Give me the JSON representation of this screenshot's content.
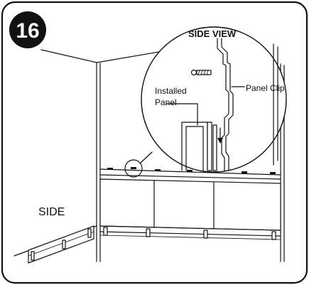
{
  "step": {
    "number": "16"
  },
  "labels": {
    "side": "SIDE",
    "side_view": "SIDE VIEW",
    "installed_panel_line1": "Installed",
    "installed_panel_line2": "Panel",
    "panel_clip": "Panel Clip"
  },
  "colors": {
    "ink": "#111111",
    "paper": "#ffffff"
  },
  "icons": {
    "arrow": "down-arrow-icon",
    "screw": "screw-icon"
  }
}
